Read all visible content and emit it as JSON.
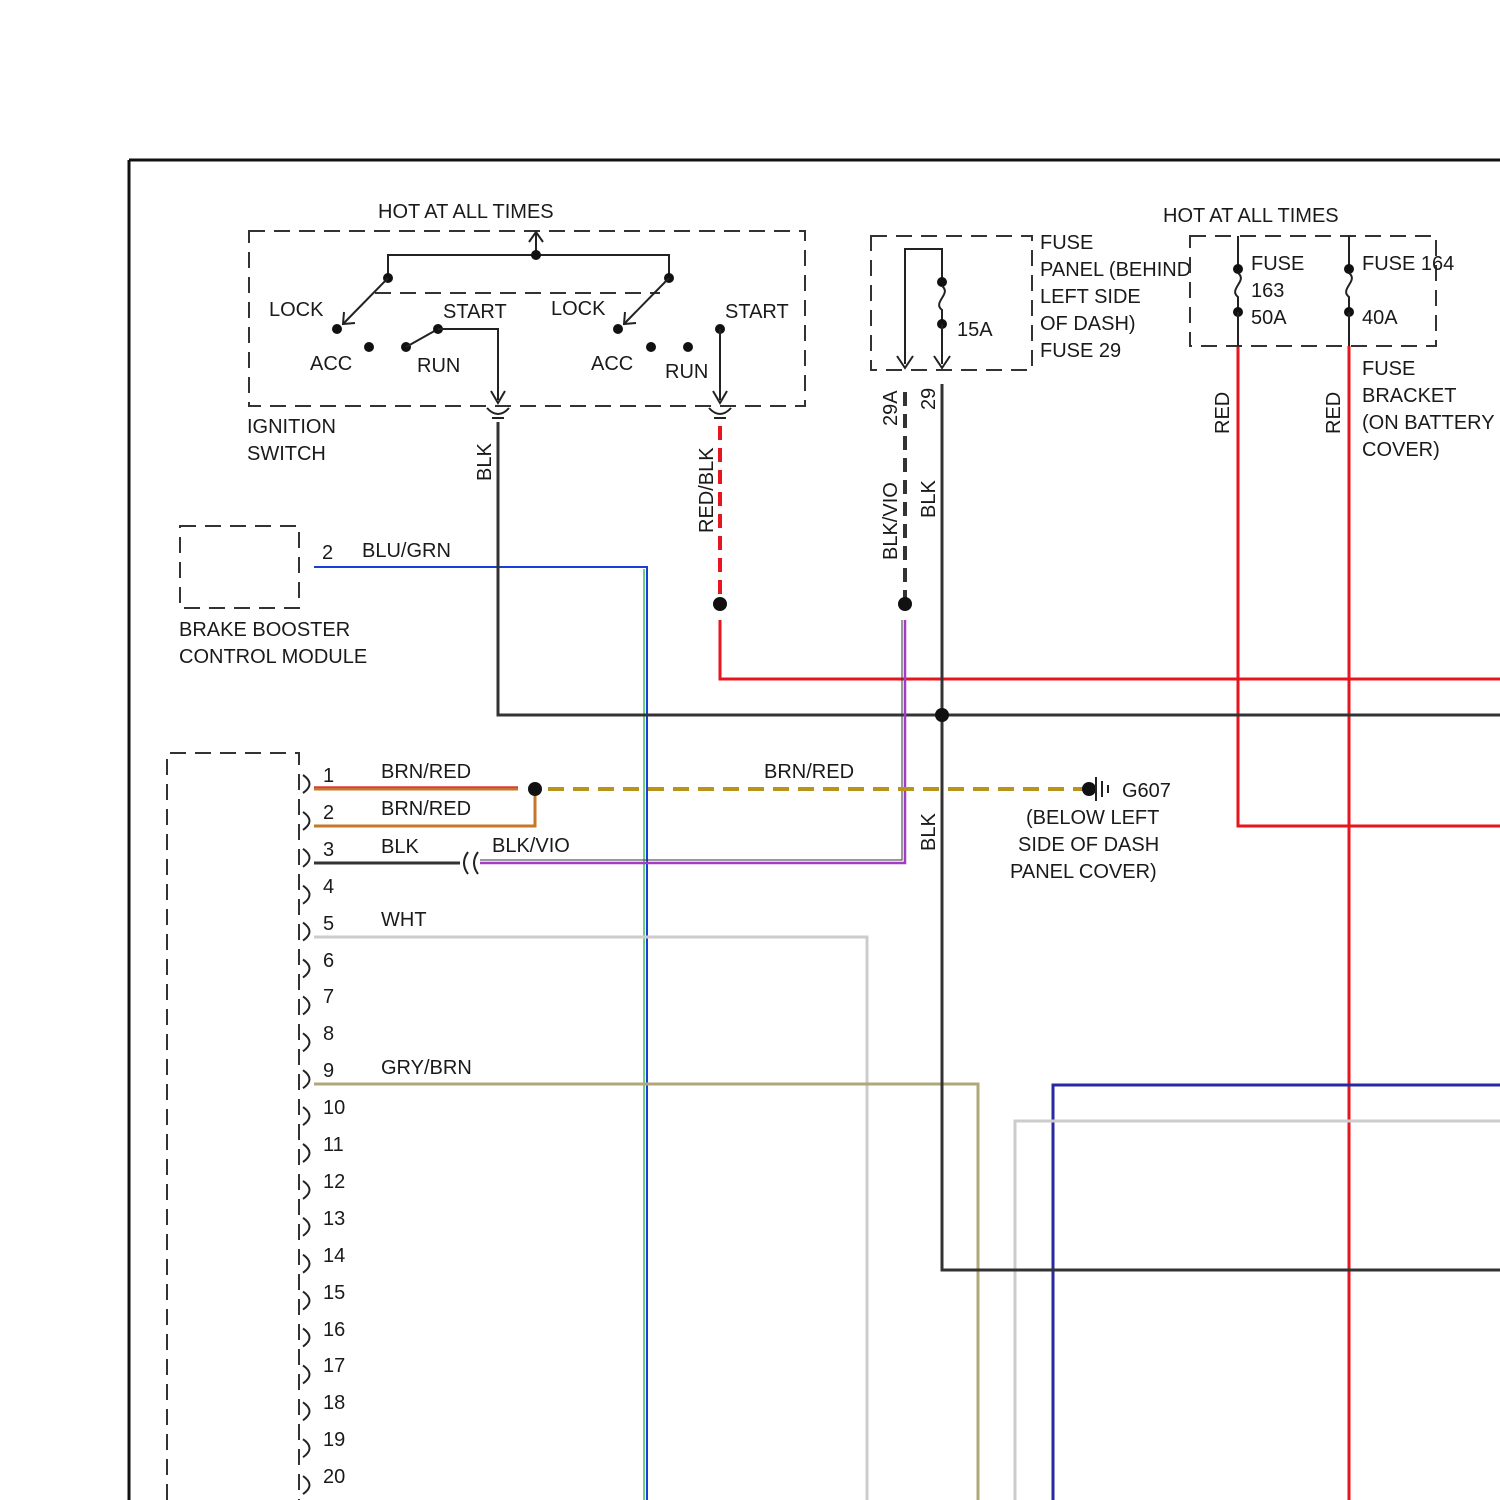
{
  "ignition_switch": {
    "hot_label": "HOT AT ALL TIMES",
    "name_line1": "IGNITION",
    "name_line2": "SWITCH",
    "left_contacts": {
      "lock": "LOCK",
      "start": "START",
      "acc": "ACC",
      "run": "RUN"
    },
    "right_contacts": {
      "lock": "LOCK",
      "start": "START",
      "acc": "ACC",
      "run": "RUN"
    }
  },
  "fuse_panel": {
    "lines": [
      "FUSE",
      "PANEL (BEHIND",
      "LEFT SIDE",
      "OF DASH)",
      "FUSE 29"
    ],
    "rating": "15A",
    "terminal_a": "29A",
    "terminal_b": "29"
  },
  "fuse_bracket": {
    "hot_label": "HOT AT ALL TIMES",
    "fuse163": {
      "line1": "FUSE",
      "line2": "163",
      "rating": "50A"
    },
    "fuse164": {
      "line1": "FUSE 164",
      "rating": "40A"
    },
    "lines": [
      "FUSE",
      "BRACKET",
      "(ON BATTERY",
      "COVER)"
    ]
  },
  "brake_booster": {
    "line1": "BRAKE BOOSTER",
    "line2": "CONTROL MODULE",
    "pin": "2",
    "wire": "BLU/GRN"
  },
  "wire_labels": {
    "blk_ign": "BLK",
    "red_blk": "RED/BLK",
    "blk_vio_vert": "BLK/VIO",
    "blk_fuse": "BLK",
    "red_163": "RED",
    "red_164": "RED",
    "brn_red_mid": "BRN/RED",
    "blk_vio_horiz": "BLK/VIO",
    "blk_lower": "BLK"
  },
  "ground": {
    "id": "G607",
    "lines": [
      "(BELOW LEFT",
      "SIDE OF DASH",
      "PANEL COVER)"
    ]
  },
  "connector": {
    "pins": [
      "1",
      "2",
      "3",
      "4",
      "5",
      "6",
      "7",
      "8",
      "9",
      "10",
      "11",
      "12",
      "13",
      "14",
      "15",
      "16",
      "17",
      "18",
      "19",
      "20"
    ],
    "wires": [
      {
        "pin": "1",
        "label": "BRN/RED"
      },
      {
        "pin": "2",
        "label": "BRN/RED"
      },
      {
        "pin": "3",
        "label": "BLK"
      },
      {
        "pin": "5",
        "label": "WHT"
      },
      {
        "pin": "9",
        "label": "GRY/BRN"
      }
    ]
  },
  "colors": {
    "red": "#e8141e",
    "blue": "#1a3fd8",
    "green": "#39c454",
    "black": "#333333",
    "violet": "#a23bc6",
    "brown_red": "#c8762a",
    "brown_dash": "#b8941a",
    "white_wire": "#cccccc",
    "gray_brown": "#b0a878",
    "navy": "#2a2aa0"
  }
}
